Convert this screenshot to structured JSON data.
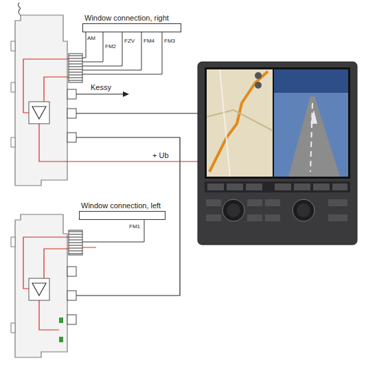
{
  "diagram": {
    "nodes": [
      {
        "text": [
          "Window connection, right"
        ]
      },
      {
        "text": [
          "Window connection, left"
        ]
      }
    ],
    "labels": [
      "AM",
      "FM2",
      "FZV",
      "FM4",
      "FM3",
      "Kessy",
      "+ Ub",
      "FM1"
    ]
  }
}
